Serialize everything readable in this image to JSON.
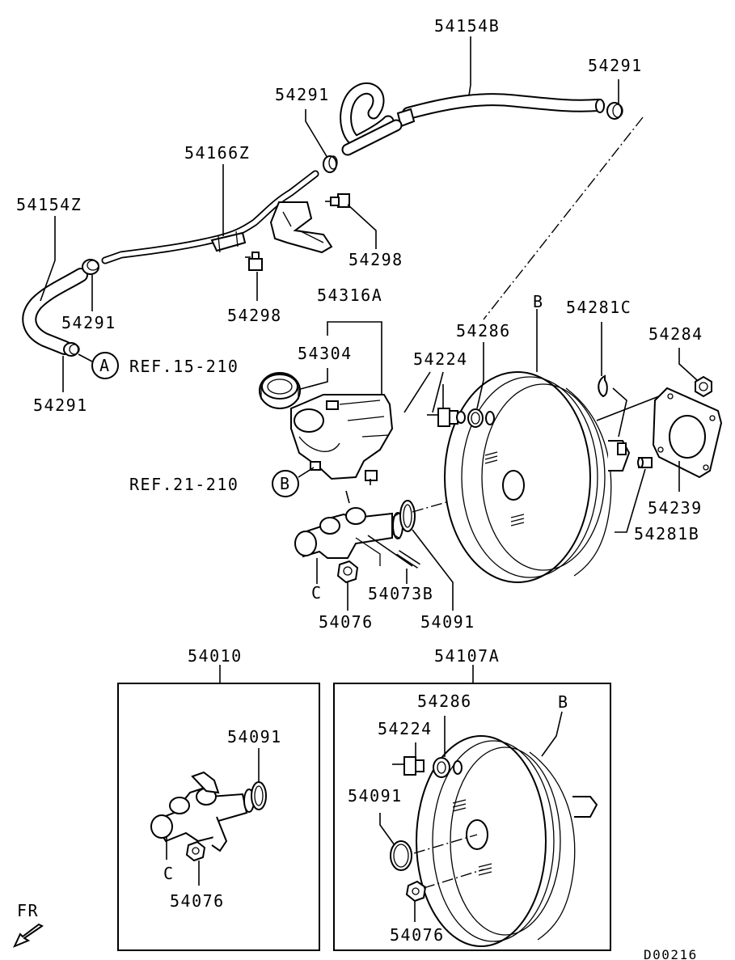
{
  "labels": {
    "hose_upper": "54154B",
    "clamp_top_right": "54291",
    "clamp_top_mid": "54291",
    "pipe": "54166Z",
    "hose_left": "54154Z",
    "clamp_left_upper": "54291",
    "clamp_left_lower": "54291",
    "bolt_bracket": "54298",
    "bolt_pipe": "54298",
    "master_cyl_assy": "54316A",
    "reservoir_cap": "54304",
    "ref_a": "REF.15-210",
    "ref_b": "REF.21-210",
    "circle_a": "A",
    "circle_b": "B",
    "check_valve": "54224",
    "grommet": "54286",
    "booster_b": "B",
    "clip": "54281C",
    "nut_top": "54284",
    "gasket": "54239",
    "pin": "54281B",
    "c_label": "C",
    "pipe_small": "54073B",
    "nut_mc": "54076",
    "oring": "54091",
    "kit_left": "54010",
    "kit_right": "54107A",
    "kit_left_oring": "54091",
    "kit_left_c": "C",
    "kit_left_nut": "54076",
    "kit_right_grommet": "54286",
    "kit_right_b": "B",
    "kit_right_valve": "54224",
    "kit_right_oring": "54091",
    "kit_right_nut": "54076",
    "fr": "FR",
    "drawing_no": "D00216"
  }
}
